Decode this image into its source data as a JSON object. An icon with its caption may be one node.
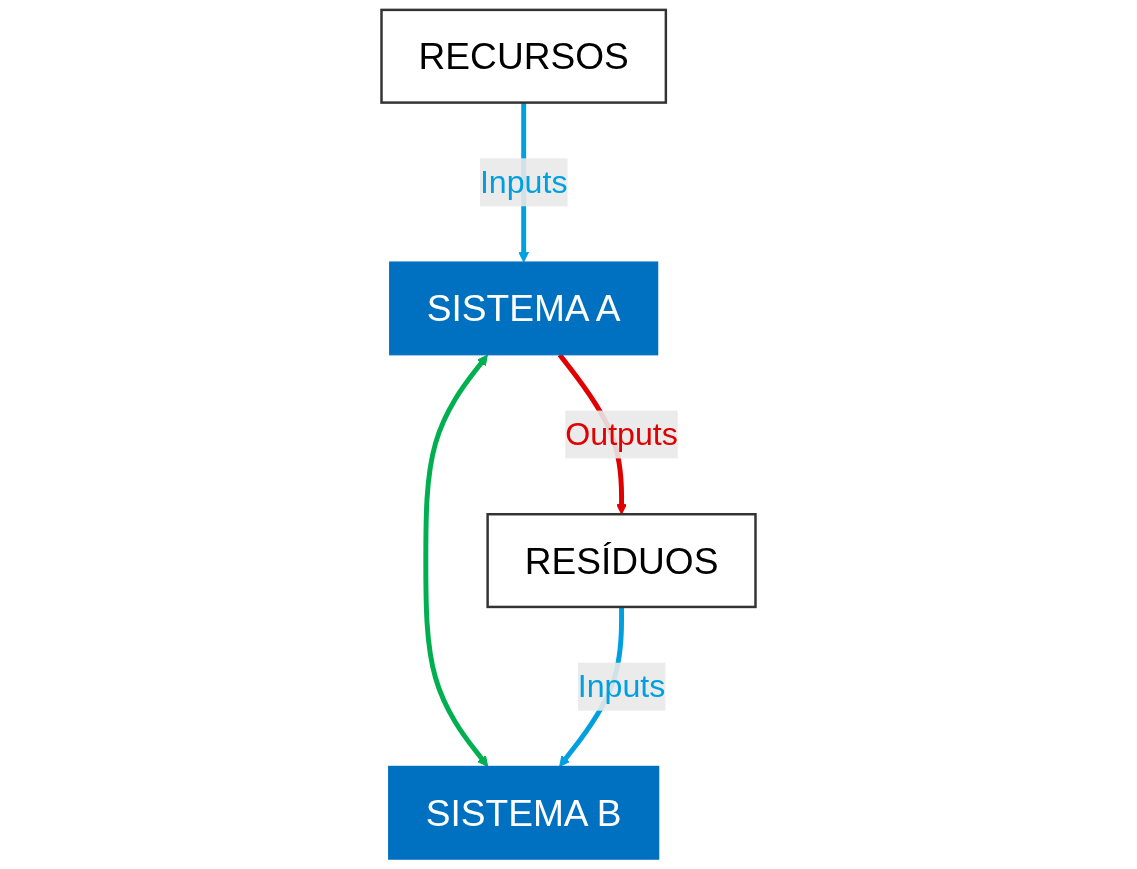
{
  "diagram": {
    "nodes": [
      {
        "text": [
          "RECURSOS"
        ]
      },
      {
        "text": [
          "SISTEMA A"
        ]
      },
      {
        "text": [
          "SISTEMA B"
        ]
      },
      {
        "text": [
          "RESÍDUOS"
        ]
      }
    ],
    "edges": [
      {
        "from": 0,
        "to": 1,
        "arrow": "to",
        "label": "Inputs"
      },
      {
        "from": 1,
        "to": 3,
        "arrow": "to",
        "label": "Outputs",
        "color": "#e00000"
      },
      {
        "from": 1,
        "to": 2,
        "arrow": "both",
        "color": "#00b050"
      },
      {
        "from": 3,
        "to": 2,
        "arrow": "to",
        "label": "Inputs"
      }
    ]
  }
}
